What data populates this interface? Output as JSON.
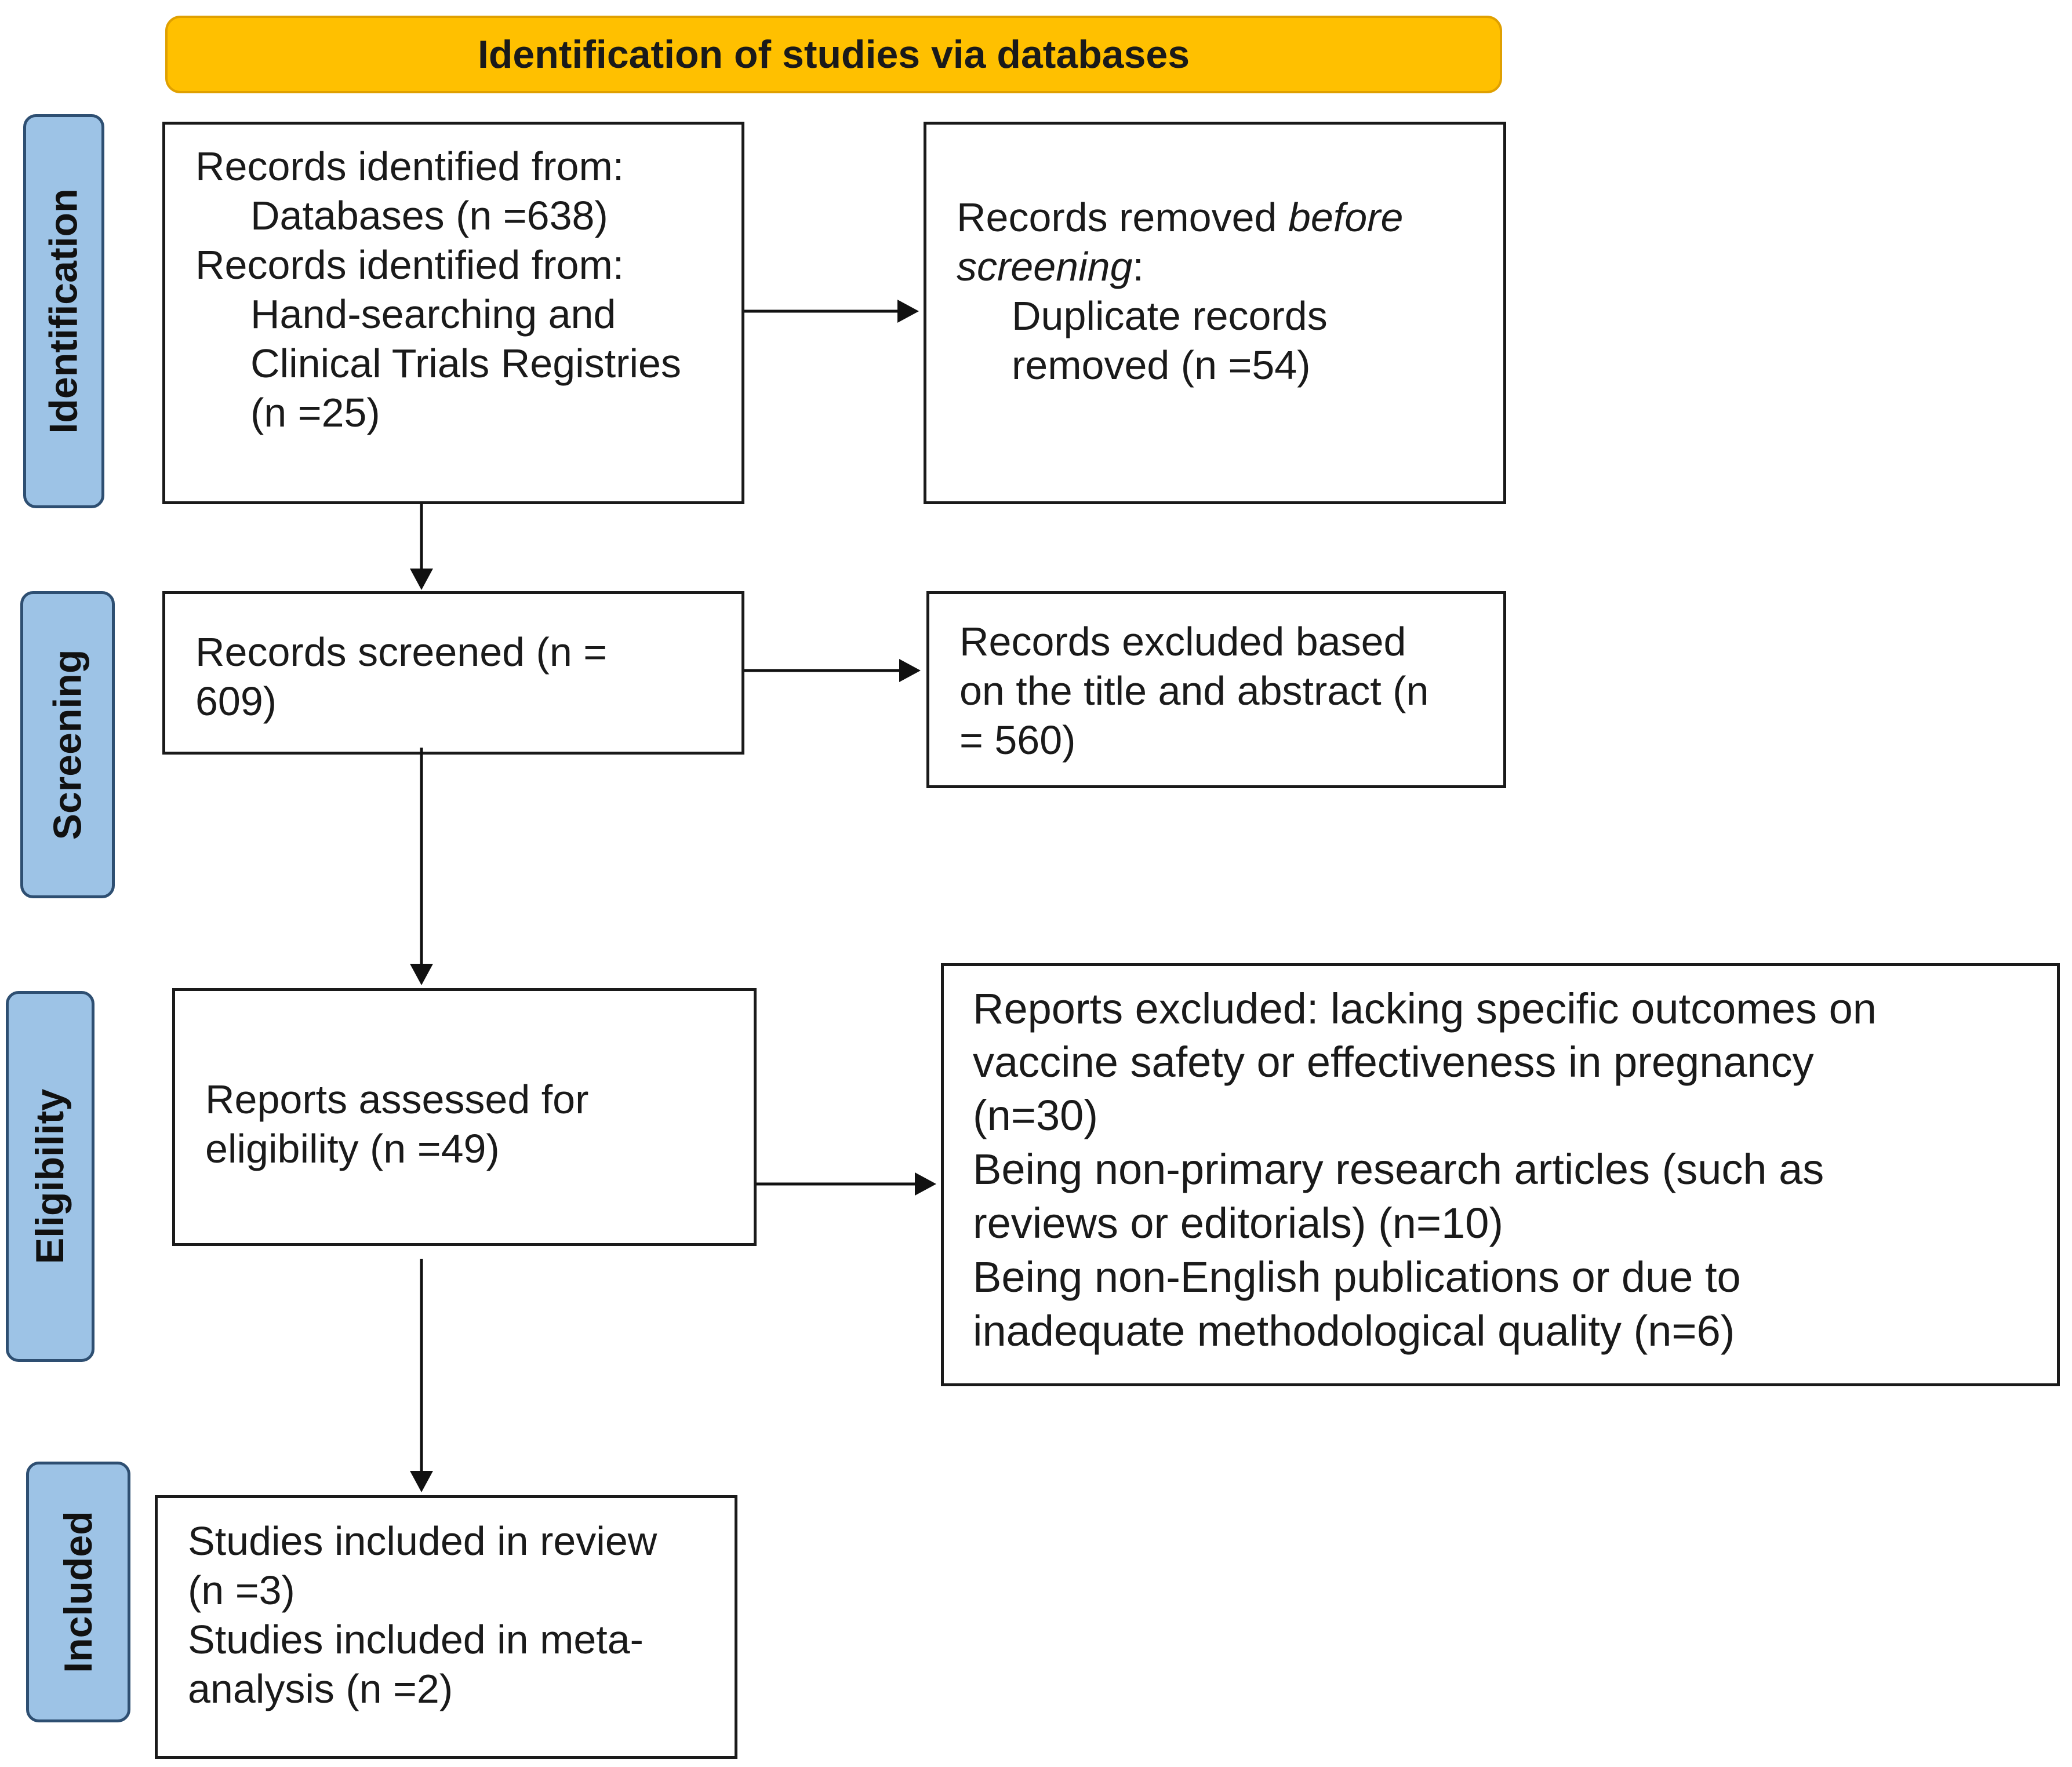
{
  "banner": {
    "title": "Identification of studies via databases"
  },
  "stages": {
    "identification": "Identification",
    "screening": "Screening",
    "eligibility": "Eligibility",
    "included": "Included"
  },
  "identified": {
    "line1": "Records identified from:",
    "line2": "Databases (n =638)",
    "line3": "Records identified from:",
    "line4": "Hand-searching and",
    "line5": "Clinical Trials Registries",
    "line6": "(n =25)"
  },
  "removed": {
    "prefix": "Records removed ",
    "italic1": "before",
    "italic2": "screening",
    "colon": ":",
    "line3": "Duplicate records",
    "line4": "removed (n =54)"
  },
  "screened": {
    "line1": "Records screened (n =",
    "line2": "609)"
  },
  "excluded_screen": {
    "line1": "Records excluded based",
    "line2": "on the title and abstract (n",
    "line3": "= 560)"
  },
  "assessed": {
    "line1": "Reports assessed for",
    "line2": "eligibility (n =49)"
  },
  "excluded_reports": {
    "line1": "Reports excluded: lacking specific outcomes on",
    "line2": "vaccine safety or effectiveness in pregnancy",
    "line3": "(n=30)",
    "line4": "Being non-primary research articles (such as",
    "line5": "reviews or editorials) (n=10)",
    "line6": "Being non-English publications or due to",
    "line7": "inadequate methodological quality (n=6)"
  },
  "included": {
    "line1": "Studies included in review",
    "line2": "(n =3)",
    "line3": "Studies included in meta-",
    "line4": "analysis (n =2)"
  }
}
